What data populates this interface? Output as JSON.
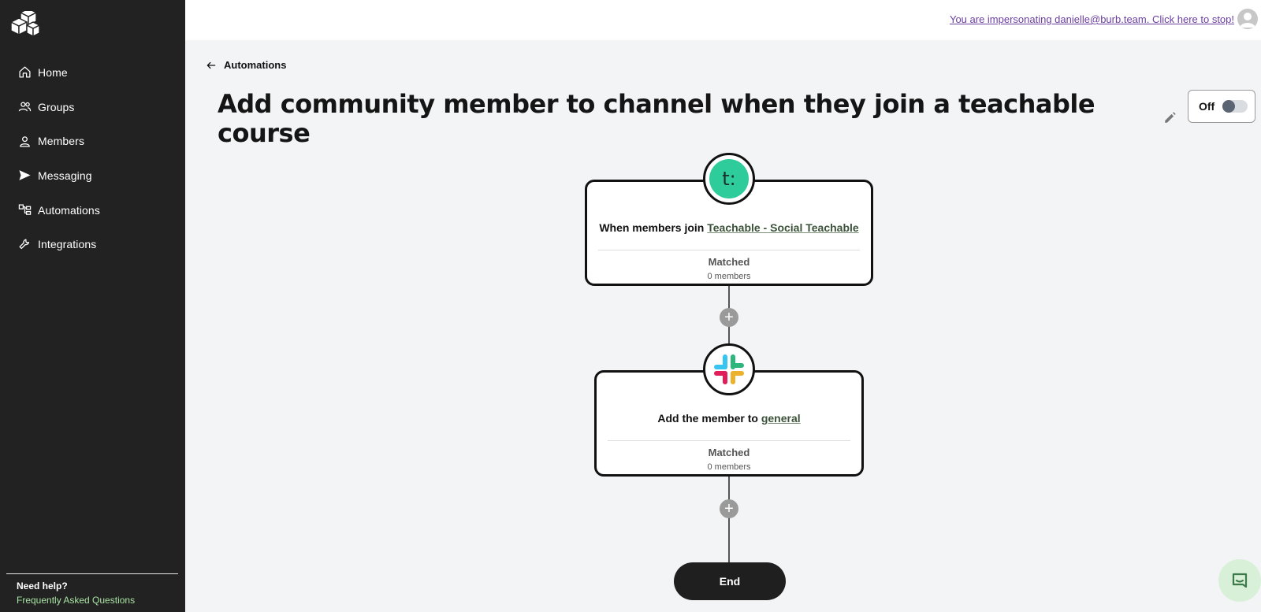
{
  "sidebar": {
    "items": [
      {
        "label": "Home",
        "icon": "home-icon"
      },
      {
        "label": "Groups",
        "icon": "groups-icon"
      },
      {
        "label": "Members",
        "icon": "member-icon"
      },
      {
        "label": "Messaging",
        "icon": "send-icon"
      },
      {
        "label": "Automations",
        "icon": "automations-icon"
      },
      {
        "label": "Integrations",
        "icon": "wrench-icon"
      }
    ],
    "help_title": "Need help?",
    "help_link": "Frequently Asked Questions"
  },
  "topbar": {
    "impersonation_text": "You are impersonating danielle@burb.team. Click here to stop!"
  },
  "header": {
    "back_label": "Automations",
    "title": "Add community member to channel when they join a teachable course",
    "toggle_label": "Off"
  },
  "flow": {
    "trigger": {
      "prefix": "When members join",
      "link": "Teachable - Social Teachable",
      "matched_label": "Matched",
      "count": "0 members",
      "badge_text": "t:"
    },
    "action": {
      "prefix": "Add the member to",
      "link": "general",
      "matched_label": "Matched",
      "count": "0 members"
    },
    "end_label": "End"
  },
  "colors": {
    "sidebar_bg": "#222222",
    "teachable_green": "#2ecc9a",
    "link_purple": "#6b3fa0",
    "faq_green": "#a7e3a2"
  }
}
